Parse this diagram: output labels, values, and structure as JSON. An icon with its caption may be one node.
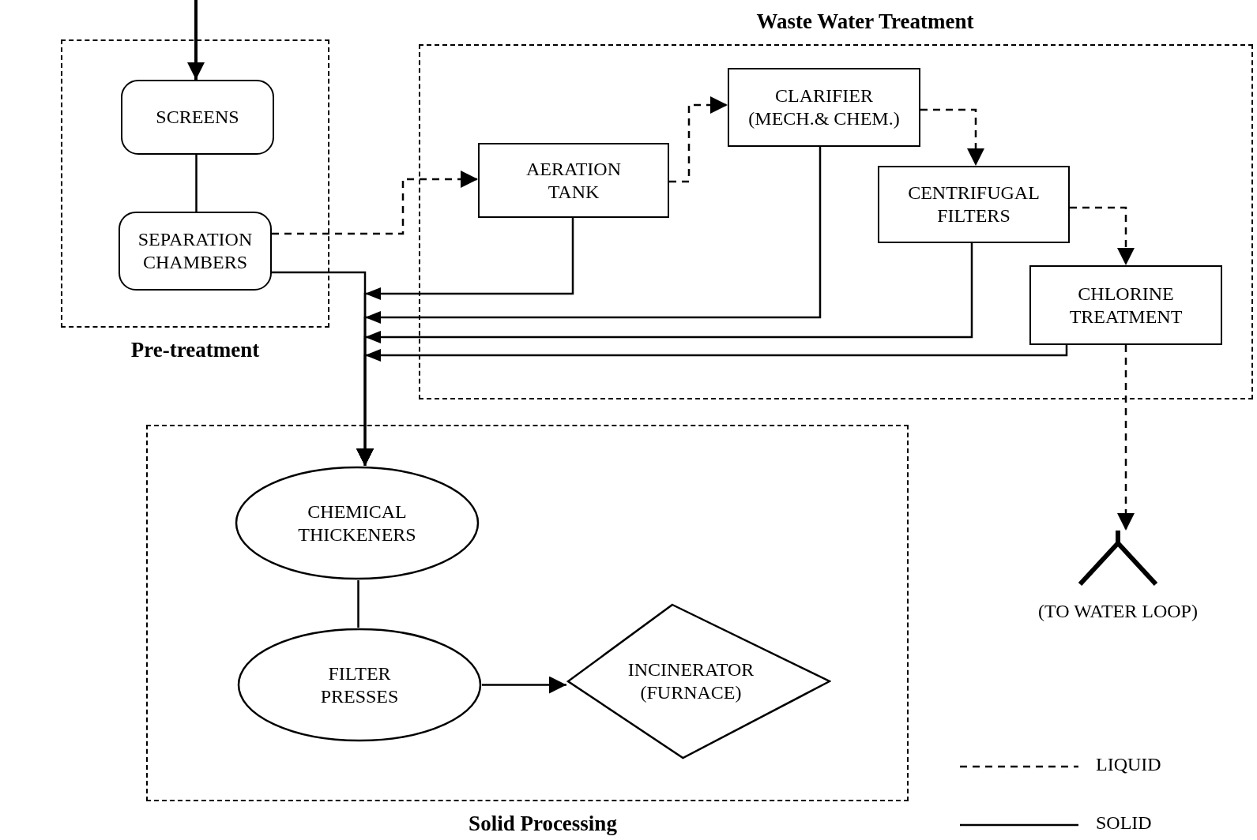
{
  "diagram": {
    "nodes": [
      {
        "text": [
          "Pre-treatment"
        ]
      },
      {
        "text": [
          "SCREENS"
        ],
        "in": 0
      },
      {
        "text": [
          "SEPARATION CHAMBERS"
        ],
        "in": 0
      },
      {
        "text": [
          "Waste Water Treatment"
        ]
      },
      {
        "text": [
          "AERATION TANK"
        ],
        "in": 3
      },
      {
        "text": [
          "CLARIFIER (MECH.& CHEM.)"
        ],
        "in": 3
      },
      {
        "text": [
          "CENTRIFUGAL FILTERS"
        ],
        "in": 3
      },
      {
        "text": [
          "CHLORINE TREATMENT"
        ],
        "in": 3
      },
      {
        "text": [
          "Solid Processing"
        ]
      },
      {
        "text": [
          "CHEMICAL THICKENERS"
        ],
        "in": 8
      },
      {
        "text": [
          "FILTER PRESSES"
        ],
        "in": 8
      },
      {
        "text": [
          "INCINERATOR (FURNACE)"
        ],
        "in": 8
      },
      {
        "text": [
          "(TO WATER LOOP)"
        ]
      }
    ],
    "edges": [
      {
        "from": null,
        "to": 1,
        "arrow": "to"
      },
      {
        "from": 1,
        "to": 2,
        "arrow": "none"
      },
      {
        "from": 2,
        "to": 4,
        "arrow": "to",
        "style": "dashed"
      },
      {
        "from": 4,
        "to": 5,
        "arrow": "to",
        "style": "dashed"
      },
      {
        "from": 5,
        "to": 6,
        "arrow": "to",
        "style": "dashed"
      },
      {
        "from": 6,
        "to": 7,
        "arrow": "to",
        "style": "dashed"
      },
      {
        "from": 7,
        "to": 12,
        "arrow": "to",
        "style": "dashed"
      },
      {
        "from": 2,
        "to": 9,
        "arrow": "to"
      },
      {
        "from": 4,
        "to": 9,
        "arrow": "to"
      },
      {
        "from": 5,
        "to": 9,
        "arrow": "to"
      },
      {
        "from": 6,
        "to": 9,
        "arrow": "to"
      },
      {
        "from": 7,
        "to": 9,
        "arrow": "to"
      },
      {
        "from": 9,
        "to": 10,
        "arrow": "none"
      },
      {
        "from": 10,
        "to": 11,
        "arrow": "to"
      }
    ],
    "legend": [
      {
        "text": "LIQUID"
      },
      {
        "text": "SOLID"
      }
    ]
  }
}
